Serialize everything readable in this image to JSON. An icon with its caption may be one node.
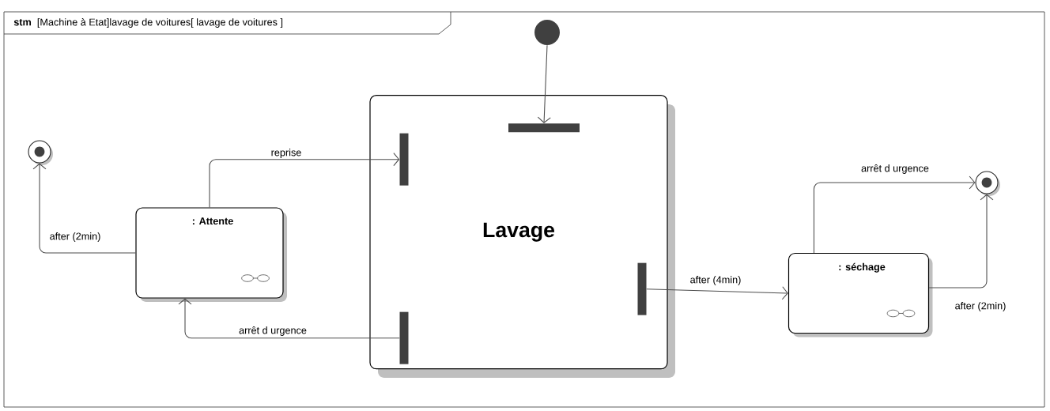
{
  "diagram": {
    "nodes": [
      {
        "text": [
          "stm",
          "[Machine à Etat]lavage de voitures[ lavage de voitures ]"
        ]
      },
      {
        "text": [],
        "shape": "circle",
        "in": 0
      },
      {
        "text": [],
        "shape": "circle",
        "in": 0
      },
      {
        "text": [
          ": Attente"
        ],
        "in": 0
      },
      {
        "text": [
          "Lavage"
        ],
        "in": 0
      },
      {
        "text": [],
        "shape": "bar",
        "in": 4
      },
      {
        "text": [],
        "shape": "bar",
        "in": 4
      },
      {
        "text": [],
        "shape": "bar",
        "in": 4
      },
      {
        "text": [],
        "shape": "bar",
        "in": 4
      },
      {
        "text": [
          ": séchage"
        ],
        "in": 0
      },
      {
        "text": [],
        "shape": "circle",
        "in": 0
      }
    ],
    "edges": [
      {
        "from": 1,
        "to": 5,
        "arrow": "to"
      },
      {
        "from": 3,
        "to": 2,
        "arrow": "to",
        "label": "after (2min)"
      },
      {
        "from": 3,
        "to": 6,
        "arrow": "to",
        "label": "reprise"
      },
      {
        "from": 7,
        "to": 3,
        "arrow": "to",
        "label": "arrêt d urgence"
      },
      {
        "from": 8,
        "to": 9,
        "arrow": "to",
        "label": "after (4min)"
      },
      {
        "from": 9,
        "to": 10,
        "arrow": "to",
        "label": "arrêt d urgence"
      },
      {
        "from": 9,
        "to": 10,
        "arrow": "to",
        "label": "after (2min)"
      }
    ]
  }
}
